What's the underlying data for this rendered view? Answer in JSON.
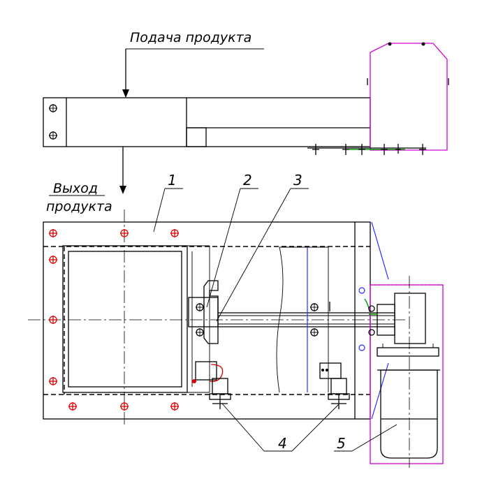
{
  "labels": {
    "product_feed": "Подача продукта",
    "product_exit_line1": "Выход",
    "product_exit_line2": "продукта",
    "callout_1": "1",
    "callout_2": "2",
    "callout_3": "3",
    "callout_4": "4",
    "callout_5": "5"
  },
  "colors": {
    "outline": "#000000",
    "motor_outline": "#d400d4",
    "bolts": "#e00000",
    "hidden_lines": "#2a2aff",
    "accent": "#00a000"
  }
}
